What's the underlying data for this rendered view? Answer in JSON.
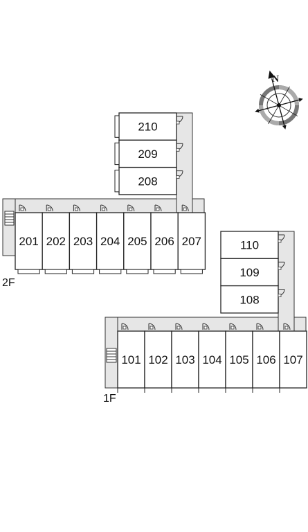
{
  "compass": {
    "north_label": "N"
  },
  "floors": {
    "second": {
      "label": "2F",
      "units_row": [
        "201",
        "202",
        "203",
        "204",
        "205",
        "206",
        "207"
      ],
      "units_column": [
        "210",
        "209",
        "208"
      ]
    },
    "first": {
      "label": "1F",
      "units_row": [
        "101",
        "102",
        "103",
        "104",
        "105",
        "106",
        "107"
      ],
      "units_column": [
        "110",
        "109",
        "108"
      ]
    }
  }
}
